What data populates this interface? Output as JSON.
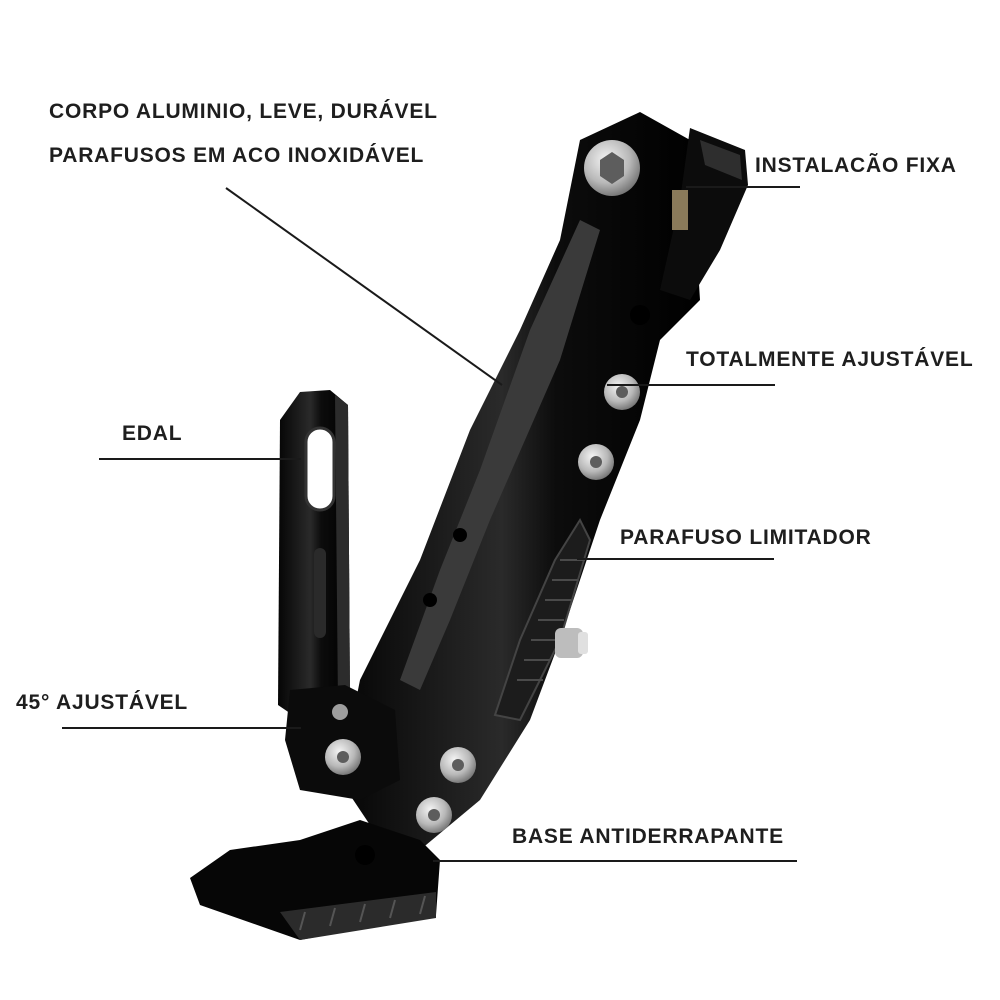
{
  "labels": {
    "body_material": "CORPO ALUMINIO, LEVE, DURÁVEL",
    "screws": "PARAFUSOS EM ACO INOXIDÁVEL",
    "fixed_install": "INSTALACÃO FIXA",
    "fully_adjustable": "TOTALMENTE AJUSTÁVEL",
    "pedal": "EDAL",
    "limit_screw": "PARAFUSO LIMITADOR",
    "angle_adjustable": "45° AJUSTÁVEL",
    "non_slip_base": "BASE ANTIDERRAPANTE"
  },
  "colors": {
    "body": "#111111",
    "highlight": "#3a3a3a",
    "bolt": "#c9c9c9",
    "leader": "#1a1a1a"
  }
}
